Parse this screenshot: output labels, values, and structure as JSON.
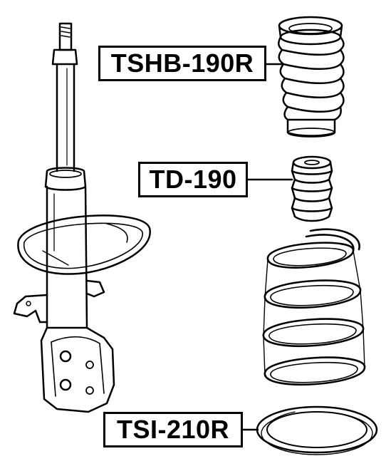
{
  "labels": {
    "dust_boot": "TSHB-190R",
    "bump_stop": "TD-190",
    "spring_seat": "TSI-210R"
  },
  "colors": {
    "ink": "#000000",
    "paper": "#ffffff"
  }
}
